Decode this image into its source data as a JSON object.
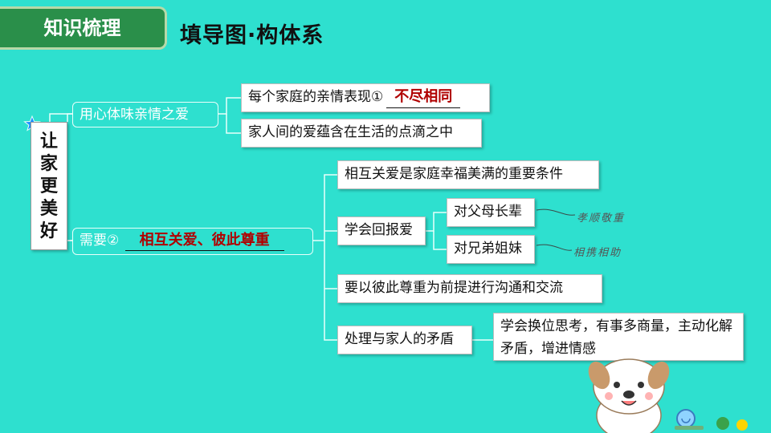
{
  "header": {
    "tag": "知识梳理",
    "title": "填导图·构体系"
  },
  "root": {
    "label": "让家更美好"
  },
  "branch1": {
    "label": "用心体味亲情之爱",
    "items": [
      {
        "prefix": "每个家庭的亲情表现①",
        "answer": "不尽相同"
      },
      {
        "prefix": "家人间的爱蕴含在生活的点滴之中"
      }
    ]
  },
  "branch2": {
    "label": "需要②",
    "answer": "相互关爱、彼此尊重",
    "items": [
      {
        "label": "相互关爱是家庭幸福美满的重要条件"
      },
      {
        "label": "学会回报爱",
        "children": [
          {
            "label": "对父母长辈",
            "note": "孝顺敬重"
          },
          {
            "label": "对兄弟姐妹",
            "note": "相携相助"
          }
        ]
      },
      {
        "label": "要以彼此尊重为前提进行沟通和交流"
      },
      {
        "label": "处理与家人的矛盾",
        "detail": "学会换位思考，有事多商量，主动化解矛盾，增进情感"
      }
    ]
  },
  "colors": {
    "background": "#2ee0cf",
    "tag": "#2a8f4a",
    "answer": "#b00000"
  }
}
